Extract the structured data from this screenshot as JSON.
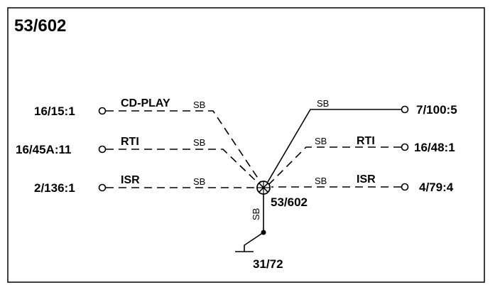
{
  "diagram": {
    "title": "53/602",
    "center_label": "53/602",
    "ground_label": "31/72",
    "ground_wire_color": "SB",
    "left_connections": [
      {
        "terminal": "16/15:1",
        "function": "CD-PLAY",
        "wire_color": "SB"
      },
      {
        "terminal": "16/45A:11",
        "function": "RTI",
        "wire_color": "SB"
      },
      {
        "terminal": "2/136:1",
        "function": "ISR",
        "wire_color": "SB"
      }
    ],
    "right_connections": [
      {
        "terminal": "7/100:5",
        "function": "",
        "wire_color": "SB"
      },
      {
        "terminal": "16/48:1",
        "function": "RTI",
        "wire_color": "SB"
      },
      {
        "terminal": "4/79:4",
        "function": "ISR",
        "wire_color": "SB"
      }
    ]
  }
}
